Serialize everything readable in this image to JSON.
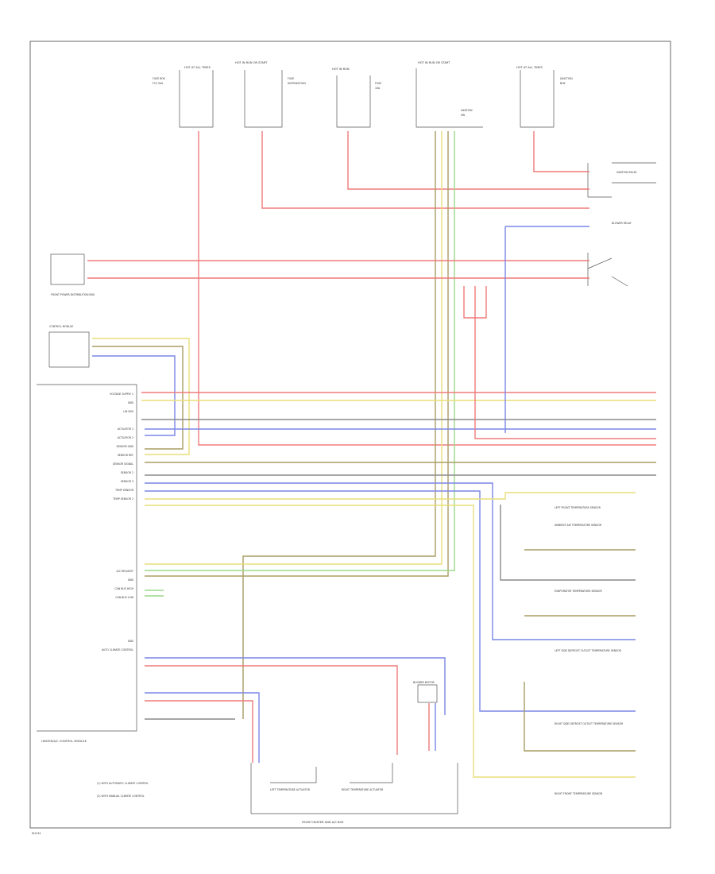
{
  "colors": {
    "red": "#f07a7a",
    "yellow": "#e9df7a",
    "blue": "#7a86e6",
    "green": "#9cd88a",
    "olive": "#a89d63",
    "gray": "#8a8a8a",
    "frame": "#444444"
  },
  "fuses": [
    {
      "id": "f1",
      "text": "HOT AT ALL TIMES"
    },
    {
      "id": "f2",
      "text": "HOT IN RUN OR START"
    },
    {
      "id": "f3",
      "text": "HOT IN RUN"
    },
    {
      "id": "f4",
      "text": "HOT IN RUN OR START"
    },
    {
      "id": "f5",
      "text": "HOT AT ALL TIMES"
    }
  ],
  "climate_module_title": "HEATER/A/C CONTROL MODULE",
  "climate_pins": [
    "VOLTAGE SUPPLY 1",
    "GND",
    "LIN BUS",
    "",
    "ACTUATOR 1",
    "ACTUATOR 2",
    "SENSOR GND",
    "SENSOR REF",
    "SENSOR SIGNAL",
    "SENSOR 2",
    "SENSOR 3",
    "TEMP SENSOR",
    "TEMP SENSOR 2"
  ],
  "climate_pins_lower": [
    "A/C REQUEST",
    "GND",
    "CAN BUS HIGH",
    "CAN BUS LOW",
    "",
    "",
    "",
    "",
    "GND",
    "AUTO CLIMATE CONTROL",
    "",
    "",
    "",
    "",
    ""
  ],
  "left_components": [
    {
      "id": "lc1",
      "text": "FRONT POWER DISTRIBUTION BOX"
    },
    {
      "id": "lc2",
      "text": "CONTROL MODULE"
    }
  ],
  "right_components": [
    {
      "id": "rc1",
      "text": "IGNITION RELAY"
    },
    {
      "id": "rc2",
      "text": "BLOWER RELAY"
    },
    {
      "id": "rc3",
      "text": "LEFT FRONT TEMPERATURE SENSOR"
    },
    {
      "id": "rc4",
      "text": "AMBIENT AIR TEMPERATURE SENSOR"
    },
    {
      "id": "rc5",
      "text": "EVAPORATOR TEMPERATURE SENSOR"
    },
    {
      "id": "rc6",
      "text": "LEFT SIDE DEFROST OUTLET TEMPERATURE SENSOR"
    },
    {
      "id": "rc7",
      "text": "RIGHT SIDE DEFROST OUTLET TEMPERATURE SENSOR"
    },
    {
      "id": "rc8",
      "text": "RIGHT FRONT TEMPERATURE SENSOR"
    }
  ],
  "bottom_actuators": [
    {
      "id": "ba1",
      "text": "LEFT TEMPERATURE ACTUATOR"
    },
    {
      "id": "ba2",
      "text": "RIGHT TEMPERATURE ACTUATOR"
    },
    {
      "id": "ba3",
      "text": "BLOWER MOTOR"
    }
  ],
  "bottom_module_title": "FRONT HEATER AND A/C BOX",
  "notes": [
    "(1) WITH AUTOMATIC CLIMATE CONTROL",
    "(2) WITH MANUAL CLIMATE CONTROL"
  ],
  "footer_code": "W1234"
}
